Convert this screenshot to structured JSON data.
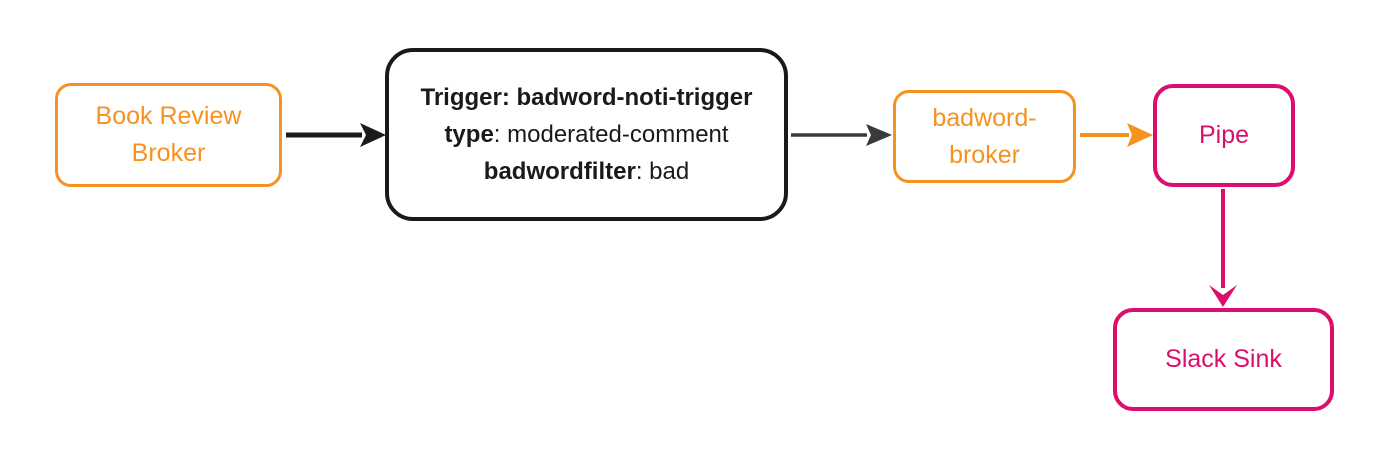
{
  "colors": {
    "orange": "#F69220",
    "pink": "#DD0D6D",
    "ink": "#1A1A1A",
    "edge_dark": "#1B1B1B",
    "edge_gray": "#3A3A3A",
    "background": "#FFFFFF"
  },
  "nodes": {
    "book_review_broker": {
      "line1": "Book Review",
      "line2": "Broker"
    },
    "trigger": {
      "line1": "Trigger: badword-noti-trigger",
      "line2_key": "type",
      "line2_rest": ": moderated-comment",
      "line3_key": "badwordfilter",
      "line3_rest": ": bad"
    },
    "badword_broker": {
      "line1": "badword-",
      "line2": "broker"
    },
    "pipe": {
      "label": "Pipe"
    },
    "slack_sink": {
      "label": "Slack Sink"
    }
  }
}
